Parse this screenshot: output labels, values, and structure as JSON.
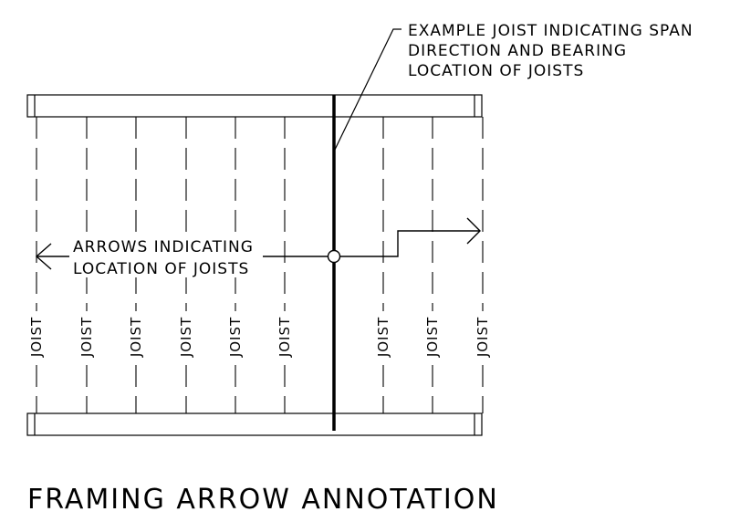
{
  "callout": {
    "lines": [
      "EXAMPLE JOIST INDICATING SPAN",
      "DIRECTION AND BEARING",
      "LOCATION OF JOISTS"
    ]
  },
  "arrow_note": {
    "lines": [
      "ARROWS INDICATING",
      "LOCATION OF JOISTS"
    ]
  },
  "joist_label": "JOIST",
  "title": "FRAMING ARROW ANNOTATION"
}
